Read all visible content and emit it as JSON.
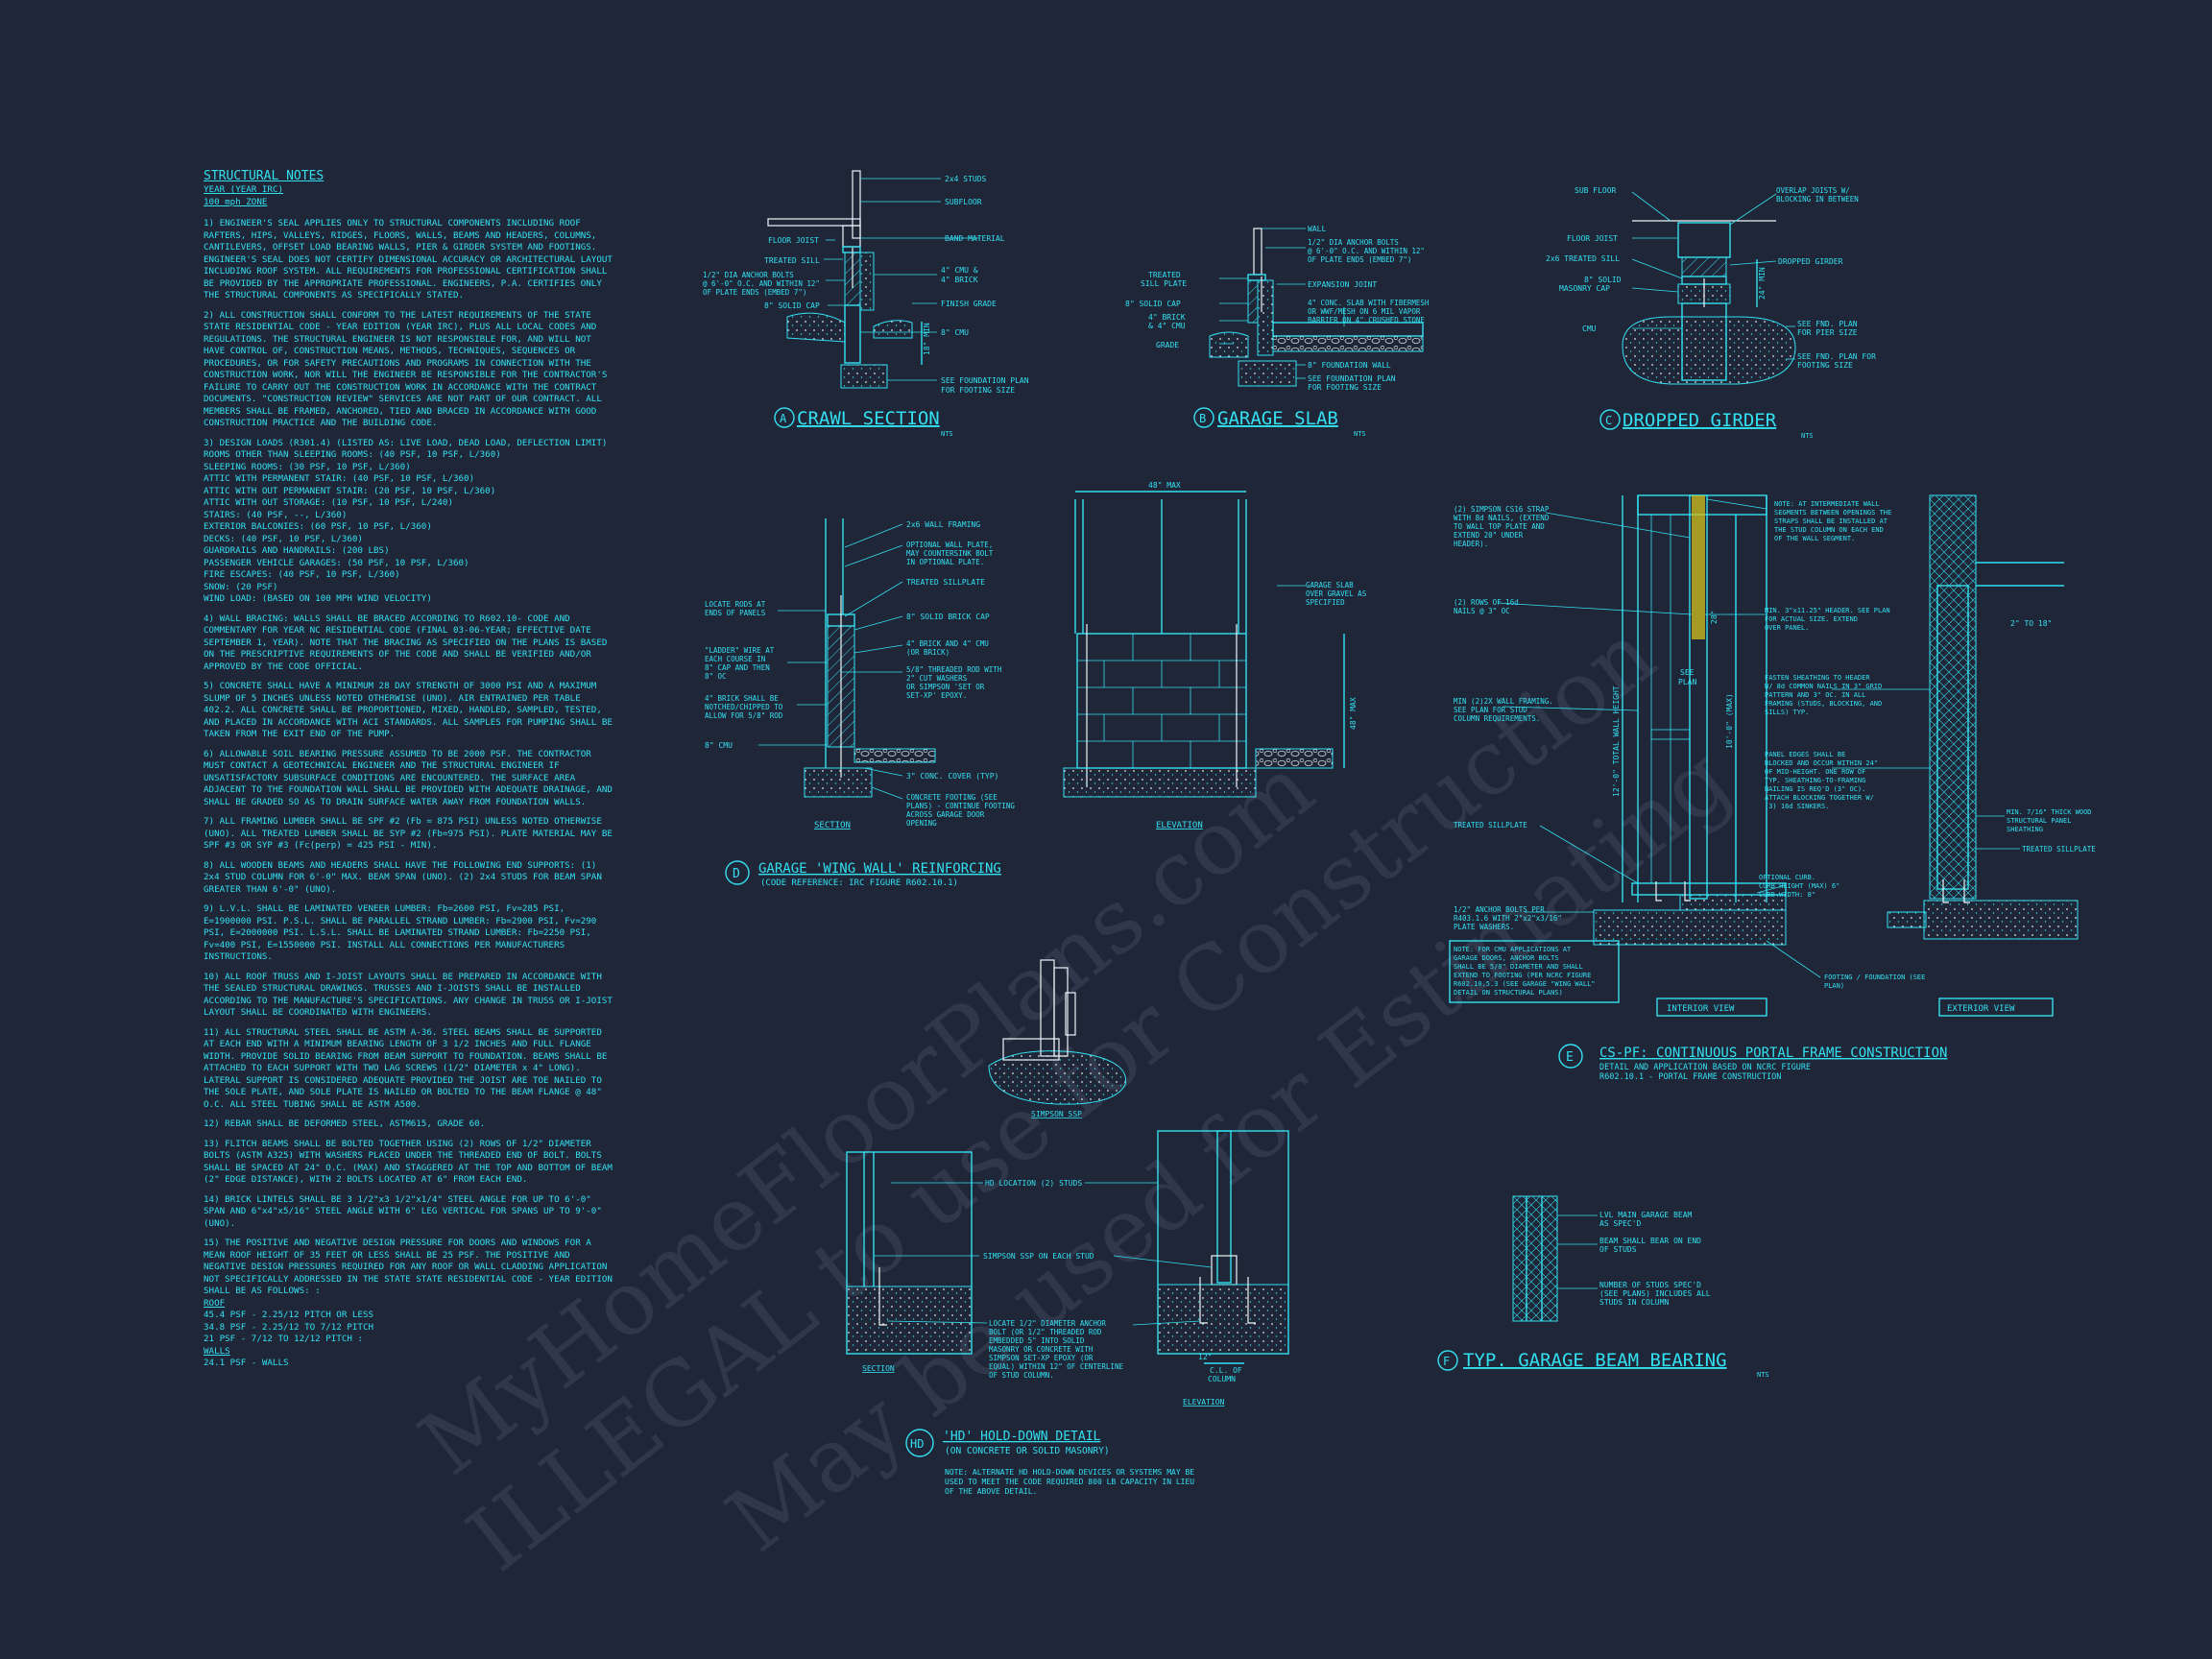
{
  "notes": {
    "title": "STRUCTURAL NOTES",
    "sub1": "YEAR (YEAR IRC)",
    "sub2": "100 mph ZONE",
    "p1": "1) ENGINEER'S SEAL APPLIES ONLY TO STRUCTURAL COMPONENTS INCLUDING ROOF RAFTERS, HIPS, VALLEYS, RIDGES, FLOORS, WALLS, BEAMS AND HEADERS, COLUMNS, CANTILEVERS, OFFSET LOAD BEARING WALLS, PIER & GIRDER SYSTEM AND FOOTINGS. ENGINEER'S SEAL DOES NOT CERTIFY DIMENSIONAL ACCURACY OR ARCHITECTURAL LAYOUT INCLUDING ROOF SYSTEM. ALL REQUIREMENTS FOR PROFESSIONAL CERTIFICATION SHALL BE PROVIDED BY THE APPROPRIATE PROFESSIONAL. ENGINEERS, P.A. CERTIFIES ONLY THE STRUCTURAL COMPONENTS AS SPECIFICALLY STATED.",
    "p2": "2) ALL CONSTRUCTION SHALL CONFORM TO THE LATEST REQUIREMENTS OF THE STATE STATE RESIDENTIAL CODE - YEAR EDITION (YEAR IRC), PLUS ALL LOCAL CODES AND REGULATIONS. THE STRUCTURAL ENGINEER IS NOT RESPONSIBLE FOR, AND WILL NOT HAVE CONTROL OF, CONSTRUCTION MEANS, METHODS, TECHNIQUES, SEQUENCES OR PROCEDURES, OR FOR SAFETY PRECAUTIONS AND PROGRAMS IN CONNECTION WITH THE CONSTRUCTION WORK, NOR WILL THE ENGINEER BE RESPONSIBLE FOR THE CONTRACTOR'S FAILURE TO CARRY OUT THE CONSTRUCTION WORK IN ACCORDANCE WITH THE CONTRACT DOCUMENTS. \"CONSTRUCTION REVIEW\" SERVICES ARE NOT PART OF OUR CONTRACT. ALL MEMBERS SHALL BE FRAMED, ANCHORED, TIED AND BRACED IN ACCORDANCE WITH GOOD CONSTRUCTION PRACTICE AND THE BUILDING CODE.",
    "p3": "3) DESIGN LOADS (R301.4) (LISTED AS: LIVE LOAD, DEAD LOAD, DEFLECTION LIMIT)\nROOMS OTHER THAN SLEEPING ROOMS: (40 PSF, 10 PSF, L/360)\nSLEEPING ROOMS: (30 PSF, 10 PSF, L/360)\nATTIC WITH PERMANENT STAIR: (40 PSF, 10 PSF, L/360)\nATTIC WITH OUT PERMANENT STAIR: (20 PSF, 10 PSF, L/360)\nATTIC WITH OUT STORAGE: (10 PSF, 10 PSF, L/240)\nSTAIRS: (40 PSF, --, L/360)\nEXTERIOR BALCONIES: (60 PSF, 10 PSF, L/360)\nDECKS: (40 PSF, 10 PSF, L/360)\nGUARDRAILS AND HANDRAILS: (200 LBS)\nPASSENGER VEHICLE GARAGES: (50 PSF, 10 PSF, L/360)\nFIRE ESCAPES: (40 PSF, 10 PSF, L/360)\nSNOW: (20 PSF)\nWIND LOAD: (BASED ON 100 MPH WIND VELOCITY)",
    "p4": "4) WALL BRACING: WALLS SHALL BE BRACED ACCORDING TO R602.10- CODE AND COMMENTARY FOR YEAR NC RESIDENTIAL CODE (FINAL 03-06-YEAR; EFFECTIVE DATE SEPTEMBER 1, YEAR). NOTE THAT THE BRACING AS SPECIFIED ON THE PLANS IS BASED ON THE PRESCRIPTIVE REQUIREMENTS OF THE CODE AND SHALL BE VERIFIED AND/OR APPROVED BY THE CODE OFFICIAL.",
    "p5": "5) CONCRETE SHALL HAVE A MINIMUM 28 DAY STRENGTH OF 3000 PSI AND A MAXIMUM SLUMP OF 5 INCHES UNLESS NOTED OTHERWISE (UNO). AIR ENTRAINED PER TABLE 402.2. ALL CONCRETE SHALL BE PROPORTIONED, MIXED, HANDLED, SAMPLED, TESTED, AND PLACED IN ACCORDANCE WITH ACI STANDARDS. ALL SAMPLES FOR PUMPING SHALL BE TAKEN FROM THE EXIT END OF THE PUMP.",
    "p6": "6) ALLOWABLE SOIL BEARING PRESSURE ASSUMED TO BE 2000 PSF. THE CONTRACTOR MUST CONTACT A GEOTECHNICAL ENGINEER AND THE STRUCTURAL ENGINEER IF UNSATISFACTORY SUBSURFACE CONDITIONS ARE ENCOUNTERED. THE SURFACE AREA ADJACENT TO THE FOUNDATION WALL SHALL BE PROVIDED WITH ADEQUATE DRAINAGE, AND SHALL BE GRADED SO AS TO DRAIN SURFACE WATER AWAY FROM FOUNDATION WALLS.",
    "p7": "7) ALL FRAMING LUMBER SHALL BE SPF #2 (Fb = 875 PSI) UNLESS NOTED OTHERWISE (UNO). ALL TREATED LUMBER SHALL BE SYP #2 (Fb=975 PSI). PLATE MATERIAL MAY BE SPF #3 OR SYP #3 (Fc(perp) = 425 PSI - MIN).",
    "p8": "8) ALL WOODEN BEAMS AND HEADERS SHALL HAVE THE FOLLOWING END SUPPORTS: (1) 2x4 STUD COLUMN FOR 6'-0\" MAX. BEAM SPAN (UNO). (2) 2x4 STUDS FOR BEAM SPAN GREATER THAN 6'-0\" (UNO).",
    "p9": "9) L.V.L. SHALL BE LAMINATED VENEER LUMBER: Fb=2600 PSI, Fv=285 PSI, E=1900000 PSI. P.S.L. SHALL BE PARALLEL STRAND LUMBER: Fb=2900 PSI, Fv=290 PSI, E=2000000 PSI. L.S.L. SHALL BE LAMINATED STRAND LUMBER: Fb=2250 PSI, Fv=400 PSI, E=1550000 PSI. INSTALL ALL CONNECTIONS PER MANUFACTURERS INSTRUCTIONS.",
    "p10": "10) ALL ROOF TRUSS AND I-JOIST LAYOUTS SHALL BE PREPARED IN ACCORDANCE WITH THE SEALED STRUCTURAL DRAWINGS. TRUSSES AND I-JOISTS SHALL BE INSTALLED ACCORDING TO THE MANUFACTURE'S SPECIFICATIONS. ANY CHANGE IN TRUSS OR I-JOIST LAYOUT SHALL BE COORDINATED WITH ENGINEERS.",
    "p11": "11) ALL STRUCTURAL STEEL SHALL BE ASTM A-36. STEEL BEAMS SHALL BE SUPPORTED AT EACH END WITH A MINIMUM BEARING LENGTH OF 3 1/2 INCHES AND FULL FLANGE WIDTH. PROVIDE SOLID BEARING FROM BEAM SUPPORT TO FOUNDATION. BEAMS SHALL BE ATTACHED TO EACH SUPPORT WITH TWO LAG SCREWS (1/2\" DIAMETER x 4\" LONG). LATERAL SUPPORT IS CONSIDERED ADEQUATE PROVIDED THE JOIST ARE TOE NAILED TO THE SOLE PLATE, AND SOLE PLATE IS NAILED OR BOLTED TO THE BEAM FLANGE @ 48\" O.C. ALL STEEL TUBING SHALL BE ASTM A500.",
    "p12": "12) REBAR SHALL BE DEFORMED STEEL, ASTM615, GRADE 60.",
    "p13": "13) FLITCH BEAMS SHALL BE BOLTED TOGETHER USING (2) ROWS OF 1/2\" DIAMETER BOLTS (ASTM A325) WITH WASHERS PLACED UNDER THE THREADED END OF BOLT. BOLTS SHALL BE SPACED AT 24\" O.C. (MAX) AND STAGGERED AT THE TOP AND BOTTOM OF BEAM (2\" EDGE DISTANCE), WITH 2 BOLTS LOCATED AT 6\" FROM EACH END.",
    "p14": "14) BRICK LINTELS SHALL BE 3 1/2\"x3 1/2\"x1/4\" STEEL ANGLE FOR UP TO 6'-0\" SPAN AND 6\"x4\"x5/16\" STEEL ANGLE WITH 6\" LEG VERTICAL FOR SPANS UP TO 9'-0\" (UNO).",
    "p15": "15) THE POSITIVE AND NEGATIVE DESIGN PRESSURE FOR DOORS AND WINDOWS FOR A MEAN ROOF HEIGHT OF 35 FEET OR LESS SHALL BE 25 PSF. THE POSITIVE AND NEGATIVE DESIGN PRESSURES REQUIRED FOR ANY ROOF OR WALL CLADDING APPLICATION NOT SPECIFICALLY ADDRESSED IN THE STATE STATE RESIDENTIAL CODE - YEAR EDITION SHALL BE AS FOLLOWS: :",
    "roof": "ROOF",
    "r1": "45.4 PSF - 2.25/12 PITCH OR LESS",
    "r2": "34.8 PSF - 2.25/12 TO 7/12 PITCH",
    "r3": "21 PSF - 7/12 TO 12/12 PITCH :",
    "walls": "WALLS",
    "w1": "24.1 PSF - WALLS"
  },
  "watermark": {
    "line1": "MyHomeFloorPlans.com",
    "line2": "ILLEGAL to use for Construction",
    "line3": "May be used for Estimating"
  },
  "detail_a": {
    "marker": "A",
    "title": "CRAWL SECTION",
    "scale": "NTS",
    "l_studs": "2x4 STUDS",
    "l_subfloor": "SUBFLOOR",
    "l_floorjoist": "FLOOR JOIST",
    "l_band": "BAND MATERIAL",
    "l_sill": "TREATED SILL",
    "l_anchor1": "1/2\" DIA ANCHOR BOLTS",
    "l_anchor2": "@ 6'-0\" O.C. AND WITHIN 12\"",
    "l_anchor3": "OF PLATE ENDS (EMBED 7\")",
    "l_cmu1": "4\" CMU &",
    "l_cmu2": "4\" BRICK",
    "l_cap": "8\" SOLID CAP",
    "l_grade": "FINISH GRADE",
    "l_cmu8": "8\" CMU",
    "l_found1": "SEE FOUNDATION PLAN",
    "l_found2": "FOR FOOTING SIZE",
    "dim": "18\" MIN"
  },
  "detail_b": {
    "marker": "B",
    "title": "GARAGE SLAB",
    "scale": "NTS",
    "l_wall": "WALL",
    "l_a1": "1/2\" DIA ANCHOR BOLTS",
    "l_a2": "@ 6'-0\" O.C. AND WITHIN 12\"",
    "l_a3": "OF PLATE ENDS (EMBED 7\")",
    "l_ts1": "TREATED",
    "l_ts2": "SILL PLATE",
    "l_exp": "EXPANSION JOINT",
    "l_cap": "8\" SOLID CAP",
    "l_slab1": "4\" CONC. SLAB WITH FIBERMESH",
    "l_slab2": "OR WWF/MESH ON 6 MIL VAPOR",
    "l_slab3": "BARRIER ON 4\" CRUSHED STONE",
    "l_br1": "4\" BRICK",
    "l_br2": "& 4\" CMU",
    "l_grade": "GRADE",
    "l_fw": "8\" FOUNDATION WALL",
    "l_fp1": "SEE FOUNDATION PLAN",
    "l_fp2": "FOR FOOTING SIZE"
  },
  "detail_c": {
    "marker": "C",
    "title": "DROPPED GIRDER",
    "scale": "NTS",
    "l_sub": "SUB FLOOR",
    "l_ov1": "OVERLAP JOISTS W/",
    "l_ov2": "BLOCKING IN BETWEEN",
    "l_fj": "FLOOR JOIST",
    "l_ts": "2x6 TREATED SILL",
    "l_dg": "DROPPED GIRDER",
    "l_mc1": "8\" SOLID",
    "l_mc2": "MASONRY CAP",
    "l_cmu": "CMU",
    "l_fnd1": "SEE FND. PLAN",
    "l_fnd2": "FOR PIER SIZE",
    "l_fnd3": "SEE FND. PLAN FOR",
    "l_fnd4": "FOOTING SIZE",
    "dim": "24\" MIN"
  },
  "detail_d": {
    "marker": "D",
    "title": "GARAGE 'WING WALL' REINFORCING",
    "subtitle": "(CODE REFERENCE: IRC FIGURE R602.10.1)",
    "section": "SECTION",
    "elevation": "ELEVATION",
    "l_framing": "2x6 WALL FRAMING",
    "l_op1": "OPTIONAL WALL PLATE,",
    "l_op2": "MAY COUNTERSINK BOLT",
    "l_op3": "IN OPTIONAL PLATE.",
    "l_ts": "TREATED SILLPLATE",
    "l_cap": "8\" SOLID BRICK CAP",
    "l_br1": "4\" BRICK AND 4\" CMU",
    "l_br2": "(OR BRICK)",
    "l_rod1": "5/8\" THREADED ROD WITH",
    "l_rod2": "2\" CUT WASHERS",
    "l_rod3": "OR SIMPSON 'SET OR",
    "l_rod4": "SET-XP' EPOXY.",
    "l_cover": "3\" CONC. COVER (TYP)",
    "l_ft1": "CONCRETE FOOTING (SEE",
    "l_ft2": "PLANS) - CONTINUE FOOTING",
    "l_ft3": "ACROSS GARAGE DOOR",
    "l_ft4": "OPENING",
    "l_loc1": "LOCATE RODS AT",
    "l_loc2": "ENDS OF PANELS",
    "l_lad1": "\"LADDER\" WIRE AT",
    "l_lad2": "EACH COURSE IN",
    "l_lad3": "8\" CAP AND THEN",
    "l_lad4": "8\" OC",
    "l_nb1": "4\" BRICK SHALL BE",
    "l_nb2": "NOTCHED/CHIPPED TO",
    "l_nb3": "ALLOW FOR 5/8\" ROD",
    "l_cmu": "8\" CMU",
    "l_gs1": "GARAGE SLAB",
    "l_gs2": "OVER GRAVEL AS",
    "l_gs3": "SPECIFIED",
    "dim_top": "48\" MAX",
    "dim_side": "48\" MAX"
  },
  "simpson": {
    "label": "SIMPSON SSP"
  },
  "detail_hd": {
    "marker": "HD",
    "title": "'HD' HOLD-DOWN DETAIL",
    "subtitle": "(ON CONCRETE OR SOLID MASONRY)",
    "l_loc": "HD LOCATION (2) STUDS",
    "l_ssp": "SIMPSON SSP ON EACH STUD",
    "section": "SECTION",
    "elevation": "ELEVATION",
    "l_b1": "LOCATE 1/2\" DIAMETER ANCHOR",
    "l_b2": "BOLT (OR 1/2\" THREADED ROD",
    "l_b3": "EMBEDDED 5\" INTO SOLID",
    "l_b4": "MASONRY OR CONCRETE WITH",
    "l_b5": "SIMPSON SET-XP EPOXY (OR",
    "l_b6": "EQUAL) WITHIN 12\" OF CENTERLINE",
    "l_b7": "OF STUD COLUMN.",
    "l_col1": "12\"",
    "l_col2": "C.L. OF",
    "l_col3": "COLUMN",
    "note1": "NOTE: ALTERNATE HD HOLD-DOWN DEVICES OR SYSTEMS MAY BE",
    "note2": "USED TO MEET THE CODE REQUIRED 800 LB CAPACITY IN LIEU",
    "note3": "OF THE ABOVE DETAIL."
  },
  "detail_e": {
    "marker": "E",
    "title": "CS-PF: CONTINUOUS PORTAL FRAME CONSTRUCTION",
    "sub1": "DETAIL AND APPLICATION BASED ON NCRC FIGURE",
    "sub2": "R602.10.1 - PORTAL FRAME CONSTRUCTION",
    "interior": "INTERIOR VIEW",
    "exterior": "EXTERIOR VIEW",
    "l_cs1": "(2) SIMPSON CS16 STRAP",
    "l_cs2": "WITH 8d NAILS, (EXTEND",
    "l_cs3": "TO WALL TOP PLATE AND",
    "l_cs4": "EXTEND 20\" UNDER",
    "l_cs5": "HEADER).",
    "l_rows1": "(2) ROWS OF 16d",
    "l_rows2": "NAILS @ 3\" OC",
    "l_min1": "MIN (2)2X WALL FRAMING.",
    "l_min2": "SEE PLAN FOR STUD",
    "l_min3": "COLUMN REQUIREMENTS.",
    "l_ts": "TREATED SILLPLATE",
    "l_ab1": "1/2\" ANCHOR BOLTS PER",
    "l_ab2": "R403.1.6 WITH 2\"x2\"x3/16\"",
    "l_ab3": "PLATE WASHERS.",
    "l_nt1": "NOTE: FOR CMU APPLICATIONS AT",
    "l_nt2": "GARAGE DOORS, ANCHOR BOLTS",
    "l_nt3": "SHALL BE 5/8\" DIAMETER AND SHALL",
    "l_nt4": "EXTEND TO FOOTING (PER NCRC FIGURE",
    "l_nt5": "R602.10.5.3 (SEE GARAGE \"WING WALL\"",
    "l_nt6": "DETAIL ON STRUCTURAL PLANS)",
    "l_see1": "SEE",
    "l_see2": "PLAN",
    "l_int1": "NOTE: AT INTERMEDIATE WALL",
    "l_int2": "SEGMENTS BETWEEN OPENINGS THE",
    "l_int3": "STRAPS SHALL BE INSTALLED AT",
    "l_int4": "THE STUD COLUMN ON EACH END",
    "l_int5": "OF THE WALL SEGMENT.",
    "l_hdr1": "MIN. 3\"x11.25\" HEADER. SEE PLAN",
    "l_hdr2": "FOR ACTUAL SIZE. EXTEND",
    "l_hdr3": "OVER PANEL.",
    "l_fs1": "FASTEN SHEATHING TO HEADER",
    "l_fs2": "W/ 8d COMMON NAILS IN 3\" GRID",
    "l_fs3": "PATTERN AND 3\" OC. IN ALL",
    "l_fs4": "FRAMING (STUDS, BLOCKING, AND",
    "l_fs5": "SILLS) TYP.",
    "l_pe1": "PANEL EDGES SHALL BE",
    "l_pe2": "BLOCKED AND OCCUR WITHIN 24\"",
    "l_pe3": "OF MID-HEIGHT. ONE ROW OF",
    "l_pe4": "TYP. SHEATHING-TO-FRAMING",
    "l_pe5": "NAILING IS REQ'D (3\" OC).",
    "l_pe6": "ATTACH BLOCKING TOGETHER W/",
    "l_pe7": "(3) 16d SINKERS.",
    "l_oc1": "OPTIONAL CURB.",
    "l_oc2": "CURB HEIGHT (MAX) 6\"",
    "l_oc3": "CURB WIDTH: 8\"",
    "l_ff1": "FOOTING / FOUNDATION (SEE",
    "l_ff2": "PLAN)",
    "l_ws1": "MIN. 7/16\" THICK WOOD",
    "l_ws2": "STRUCTURAL PANEL",
    "l_ws3": "SHEATHING",
    "l_ts2": "TREATED SILLPLATE",
    "d_total": "12'-0\" TOTAL WALL HEIGHT",
    "d_max": "10'-0\" (MAX)",
    "d_28": "28\"",
    "d_2to18": "2\" TO 18\""
  },
  "detail_f": {
    "marker": "F",
    "title": "TYP. GARAGE BEAM BEARING",
    "scale": "NTS",
    "l1a": "LVL MAIN GARAGE BEAM",
    "l1b": "AS SPEC'D",
    "l2a": "BEAM SHALL BEAR ON END",
    "l2b": "OF STUDS",
    "l3a": "NUMBER OF STUDS SPEC'D",
    "l3b": "(SEE PLANS) INCLUDES ALL",
    "l3c": "STUDS IN COLUMN"
  }
}
